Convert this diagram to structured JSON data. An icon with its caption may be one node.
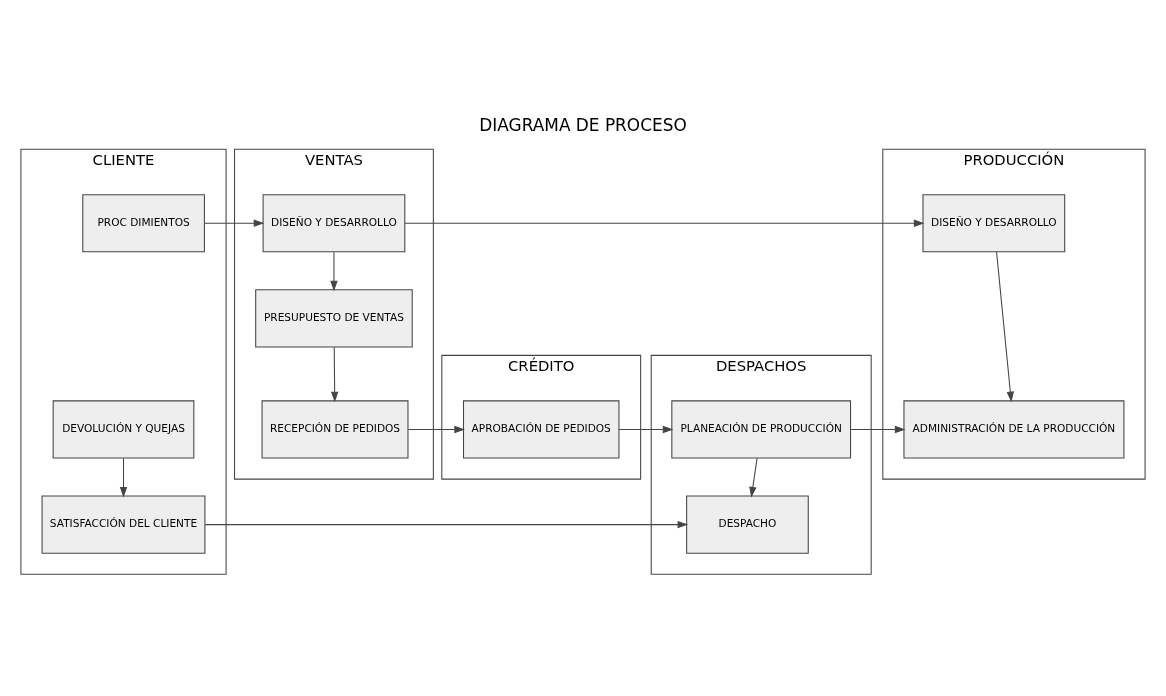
{
  "diagram": {
    "title": "DIAGRAMA DE PROCESO",
    "nodes": [
      {
        "text": [
          "CLIENTE"
        ]
      },
      {
        "text": [
          "VENTAS"
        ]
      },
      {
        "text": [
          "CRÉDITO"
        ]
      },
      {
        "text": [
          "DESPACHOS"
        ]
      },
      {
        "text": [
          "PRODUCCIÓN"
        ]
      },
      {
        "text": [
          "PROC DIMIENTOS"
        ],
        "in": 0
      },
      {
        "text": [
          "DISEÑO Y DESARROLLO"
        ],
        "in": 1
      },
      {
        "text": [
          "DISEÑO Y DESARROLLO"
        ],
        "in": 4
      },
      {
        "text": [
          "PRESUPUESTO DE VENTAS"
        ],
        "in": 1
      },
      {
        "text": [
          "RECEPCIÓN DE PEDIDOS"
        ],
        "in": 1
      },
      {
        "text": [
          "APROBACIÓN DE PEDIDOS"
        ],
        "in": 2
      },
      {
        "text": [
          "PLANEACIÓN DE PRODUCCIÓN"
        ],
        "in": 3
      },
      {
        "text": [
          "ADMINISTRACIÓN DE LA PRODUCCIÓN"
        ],
        "in": 4
      },
      {
        "text": [
          "DEVOLUCIÓN Y QUEJAS"
        ],
        "in": 0
      },
      {
        "text": [
          "SATISFACCIÓN DEL CLIENTE"
        ],
        "in": 0
      },
      {
        "text": [
          "DESPACHO"
        ],
        "in": 3
      }
    ],
    "edges": [
      {
        "from": 5,
        "to": 6,
        "arrow": "to"
      },
      {
        "from": 6,
        "to": 7,
        "arrow": "to"
      },
      {
        "from": 6,
        "to": 8,
        "arrow": "to"
      },
      {
        "from": 8,
        "to": 9,
        "arrow": "to"
      },
      {
        "from": 9,
        "to": 10,
        "arrow": "to"
      },
      {
        "from": 10,
        "to": 11,
        "arrow": "to"
      },
      {
        "from": 11,
        "to": 12,
        "arrow": "to"
      },
      {
        "from": 7,
        "to": 12,
        "arrow": "to"
      },
      {
        "from": 11,
        "to": 15,
        "arrow": "to"
      },
      {
        "from": 13,
        "to": 14,
        "arrow": "to"
      },
      {
        "from": 14,
        "to": 15,
        "arrow": "to"
      }
    ]
  }
}
